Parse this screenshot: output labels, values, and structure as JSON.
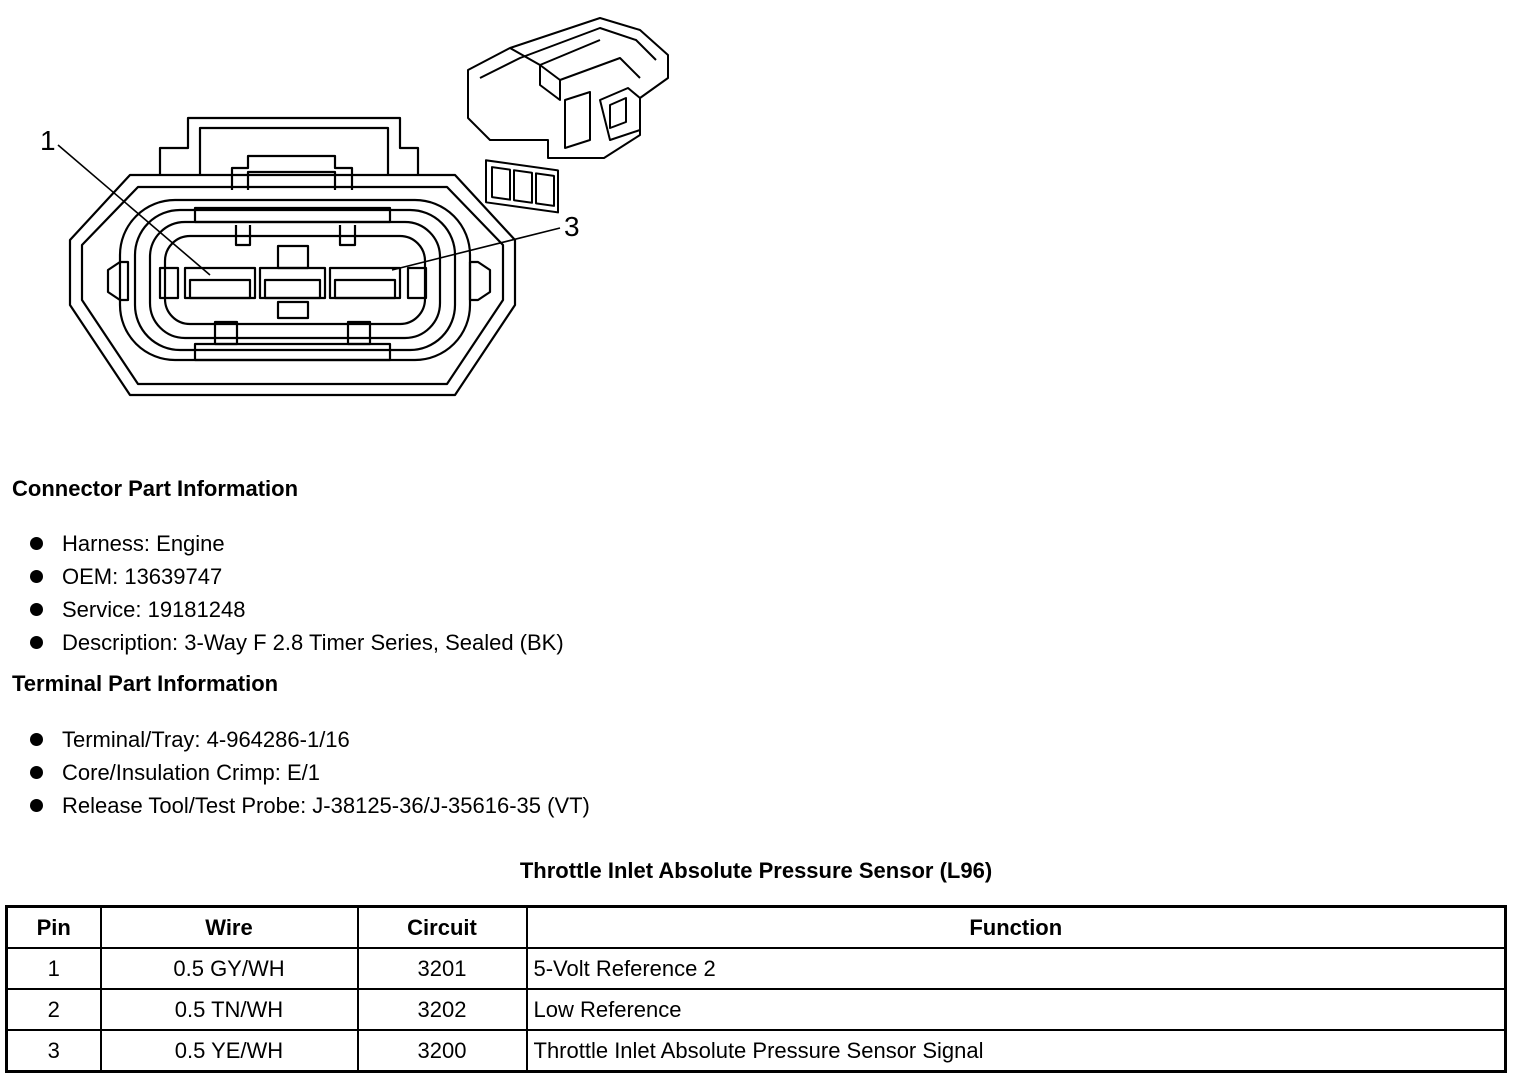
{
  "diagram": {
    "callouts": [
      "1",
      "3"
    ]
  },
  "connector_info": {
    "heading": "Connector Part Information",
    "items": [
      "Harness: Engine",
      "OEM: 13639747",
      "Service: 19181248",
      "Description: 3-Way F 2.8 Timer Series, Sealed (BK)"
    ]
  },
  "terminal_info": {
    "heading": "Terminal Part Information",
    "items": [
      "Terminal/Tray: 4-964286-1/16",
      "Core/Insulation Crimp: E/1",
      "Release Tool/Test Probe: J-38125-36/J-35616-35 (VT)"
    ]
  },
  "table": {
    "title": "Throttle Inlet Absolute Pressure Sensor (L96)",
    "headers": [
      "Pin",
      "Wire",
      "Circuit",
      "Function"
    ],
    "rows": [
      [
        "1",
        "0.5 GY/WH",
        "3201",
        "5-Volt Reference 2"
      ],
      [
        "2",
        "0.5 TN/WH",
        "3202",
        "Low Reference"
      ],
      [
        "3",
        "0.5 YE/WH",
        "3200",
        "Throttle Inlet Absolute Pressure Sensor Signal"
      ]
    ]
  }
}
